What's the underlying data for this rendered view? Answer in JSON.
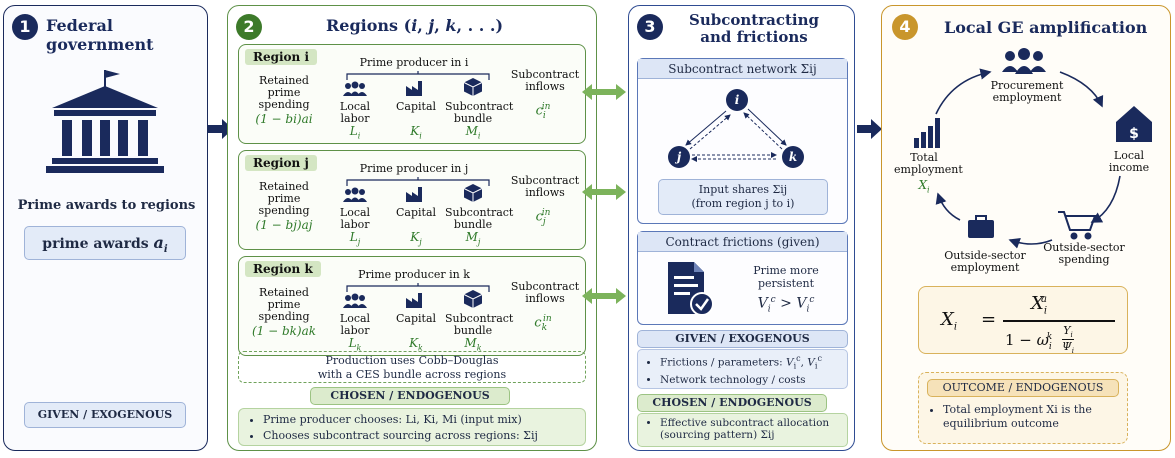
{
  "panel1": {
    "number": "1",
    "title": "Federal government",
    "caption": "Prime awards to regions",
    "box": "prime awards",
    "box_var": "a",
    "box_sub": "i",
    "given": "GIVEN / EXOGENOUS"
  },
  "panel2": {
    "number": "2",
    "title": "Regions (i, j, k, . . .)",
    "regions": [
      {
        "label": "Region i",
        "header": "Prime producer in i",
        "retained": "Retained prime spending",
        "formula": "(1 − bi)ai",
        "labor_label": "Local labor",
        "labor_var": "Li",
        "capital_label": "Capital",
        "capital_var": "Ki",
        "bundle_label": "Subcontract bundle",
        "bundle_var": "Mi",
        "inflows_label": "Subcontract inflows",
        "inflows_var": "c_i^in"
      },
      {
        "label": "Region j",
        "header": "Prime producer in j",
        "retained": "Retained prime spending",
        "formula": "(1 − bj)aj",
        "labor_label": "Local labor",
        "labor_var": "Lj",
        "capital_label": "Capital",
        "capital_var": "Kj",
        "bundle_label": "Subcontract bundle",
        "bundle_var": "Mj",
        "inflows_label": "Subcontract inflows",
        "inflows_var": "c_j^in"
      },
      {
        "label": "Region k",
        "header": "Prime producer in k",
        "retained": "Retained prime spending",
        "formula": "(1 − bk)ak",
        "labor_label": "Local labor",
        "labor_var": "Lk",
        "capital_label": "Capital",
        "capital_var": "Kk",
        "bundle_label": "Subcontract bundle",
        "bundle_var": "Mk",
        "inflows_label": "Subcontract inflows",
        "inflows_var": "c_k^in"
      }
    ],
    "production_note_1": "Production uses Cobb–Douglas",
    "production_note_2": "with a CES bundle across regions",
    "chosen": "CHOSEN / ENDOGENOUS",
    "bullet1": "Prime producer chooses: Li, Ki, Mi (input mix)",
    "bullet2": "Chooses subcontract sourcing across regions: Σij"
  },
  "panel3": {
    "number": "3",
    "title_line1": "Subcontracting",
    "title_line2": "and frictions",
    "network_title": "Subcontract network Σij",
    "nodes": [
      "i",
      "j",
      "k"
    ],
    "input_shares_1": "Input shares Σij",
    "input_shares_2": "(from region j to i)",
    "frictions_title": "Contract frictions (given)",
    "prime_more_1": "Prime more",
    "prime_more_2": "persistent",
    "persistence": "V_i^c > V_i^c",
    "given": "GIVEN / EXOGENOUS",
    "given_bullet1": "Frictions / parameters: V_i^c, V_i^c",
    "given_bullet2": "Network technology / costs",
    "chosen": "CHOSEN / ENDOGENOUS",
    "chosen_bullet": "Effective subcontract allocation (sourcing pattern) Σij"
  },
  "panel4": {
    "number": "4",
    "title": "Local GE amplification",
    "cycle": {
      "procurement": "Procurement employment",
      "income": "Local income",
      "spending": "Outside-sector spending",
      "outside": "Outside-sector employment",
      "total": "Total employment",
      "total_var": "Xi"
    },
    "formula": "Xi = Xi^a / (1 − ωi^k Yi/Ψi)",
    "outcome": "OUTCOME / ENDOGENOUS",
    "outcome_text": "Total employment Xi is the equilibrium outcome"
  },
  "colors": {
    "navy": "#1a2a5c",
    "green": "#5e9148",
    "blue": "#3b5aa0",
    "gold": "#c9962c"
  }
}
